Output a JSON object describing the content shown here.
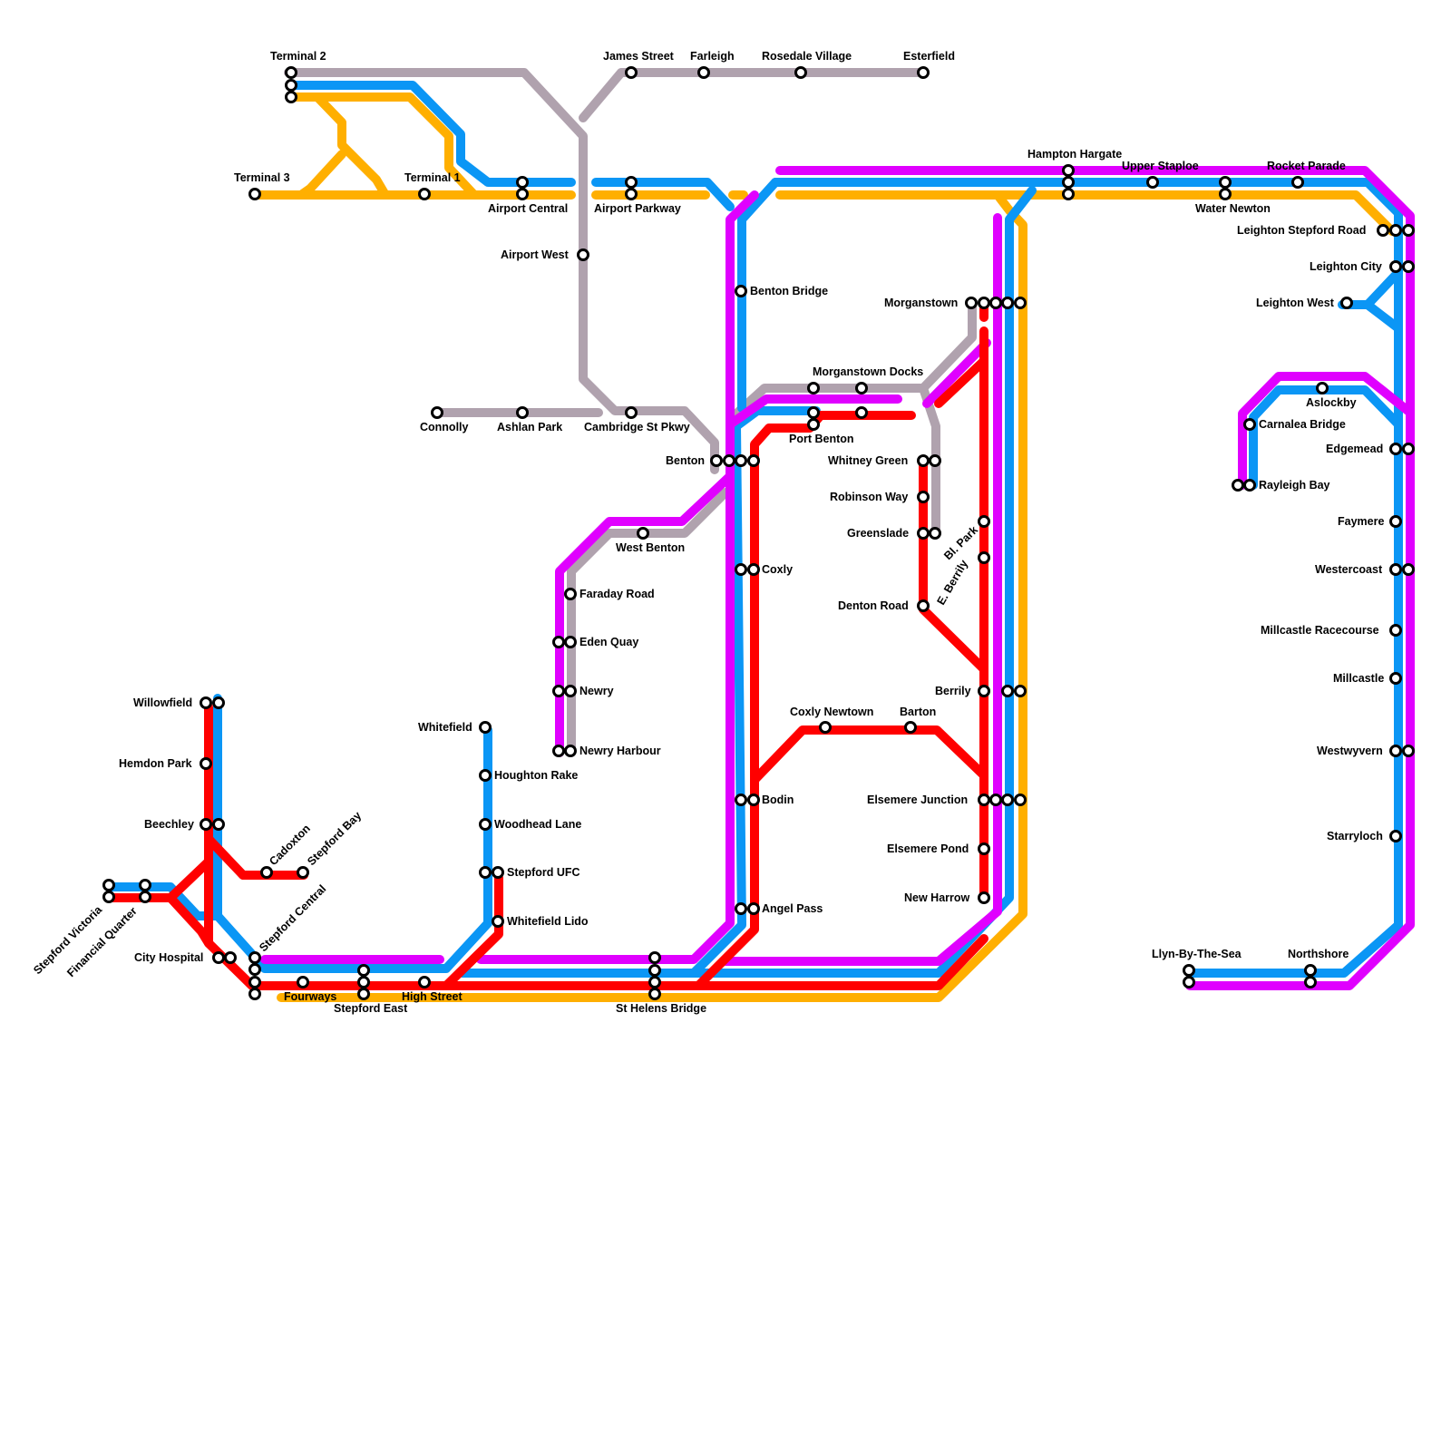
{
  "colors": {
    "grey": "#B0A2AE",
    "blue": "#0B96F5",
    "orange": "#FFAF00",
    "magenta": "#E000FF",
    "red": "#FF0000"
  },
  "stations": {
    "terminal_2": "Terminal 2",
    "terminal_3": "Terminal 3",
    "terminal_1": "Terminal 1",
    "airport_central": "Airport Central",
    "james_street": "James Street",
    "farleigh": "Farleigh",
    "rosedale_village": "Rosedale Village",
    "esterfield": "Esterfield",
    "airport_parkway": "Airport Parkway",
    "airport_west": "Airport West",
    "benton_bridge": "Benton Bridge",
    "hampton_hargate": "Hampton Hargate",
    "upper_staploe": "Upper Staploe",
    "rocket_parade": "Rocket Parade",
    "water_newton": "Water Newton",
    "leighton_stepford_road": "Leighton Stepford Road",
    "leighton_city": "Leighton City",
    "leighton_west": "Leighton West",
    "morganstown": "Morganstown",
    "morganstown_docks": "Morganstown Docks",
    "port_benton": "Port Benton",
    "connolly": "Connolly",
    "ashlan_park": "Ashlan Park",
    "cambridge_st_pkwy": "Cambridge St Pkwy",
    "benton": "Benton",
    "whitney_green": "Whitney Green",
    "robinson_way": "Robinson Way",
    "greenslade": "Greenslade",
    "denton_road": "Denton Road",
    "bl_park": "Bl. Park",
    "e_berrily": "E. Berrily",
    "berrily": "Berrily",
    "west_benton": "West Benton",
    "faraday_road": "Faraday Road",
    "eden_quay": "Eden Quay",
    "newry": "Newry",
    "newry_harbour": "Newry Harbour",
    "coxly": "Coxly",
    "bodin": "Bodin",
    "angel_pass": "Angel Pass",
    "coxly_newtown": "Coxly Newtown",
    "barton": "Barton",
    "elsemere_junction": "Elsemere Junction",
    "elsemere_pond": "Elsemere Pond",
    "new_harrow": "New Harrow",
    "aslockby": "Aslockby",
    "carnalea_bridge": "Carnalea Bridge",
    "rayleigh_bay": "Rayleigh Bay",
    "edgemead": "Edgemead",
    "faymere": "Faymere",
    "westercoast": "Westercoast",
    "millcastle_racecourse": "Millcastle Racecourse",
    "millcastle": "Millcastle",
    "westwyvern": "Westwyvern",
    "starryloch": "Starryloch",
    "llyn_by_the_sea": "Llyn-By-The-Sea",
    "northshore": "Northshore",
    "whitefield": "Whitefield",
    "houghton_rake": "Houghton Rake",
    "woodhead_lane": "Woodhead Lane",
    "stepford_ufc": "Stepford UFC",
    "whitefield_lido": "Whitefield Lido",
    "willowfield": "Willowfield",
    "hemdon_park": "Hemdon Park",
    "beechley": "Beechley",
    "cadoxton": "Cadoxton",
    "stepford_bay": "Stepford Bay",
    "stepford_victoria": "Stepford Victoria",
    "financial_quarter": "Financial Quarter",
    "city_hospital": "City Hospital",
    "stepford_central": "Stepford Central",
    "fourways": "Fourways",
    "stepford_east": "Stepford East",
    "high_street": "High Street",
    "st_helens_bridge": "St Helens Bridge"
  }
}
